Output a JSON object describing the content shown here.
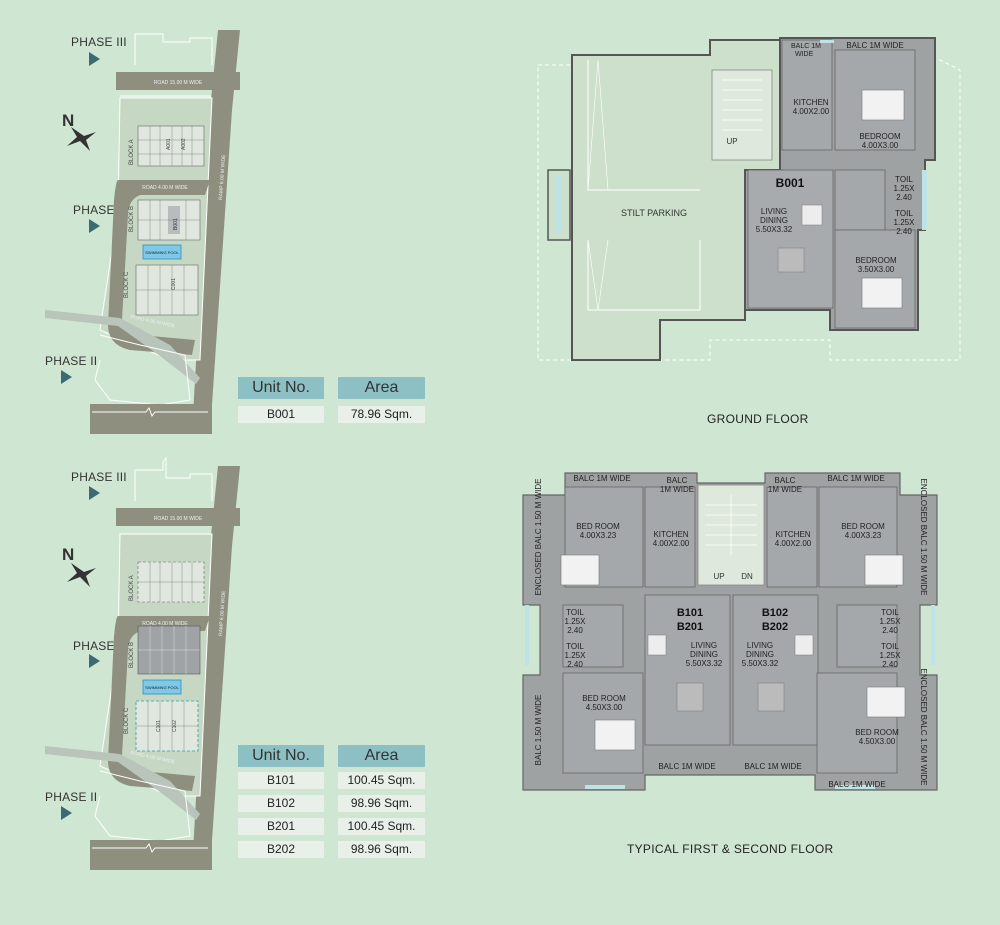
{
  "site_top": {
    "phase3": "PHASE III",
    "phase1": "PHASE I",
    "phase2": "PHASE II",
    "north": "N",
    "road15": "ROAD 15.00 M WIDE",
    "road4a": "ROAD 4.00 M WIDE",
    "road4b": "ROAD 4.00 M WIDE",
    "ramp": "RAMP 6.00 M WIDE",
    "block_a": "BLOCK A",
    "block_b": "BLOCK B",
    "block_c": "BLOCK C",
    "unit_a1": "A001",
    "unit_a2": "A002",
    "unit_b1": "B001",
    "unit_c1": "C001",
    "pool": "SWIMMING POOL"
  },
  "site_bottom": {
    "phase3": "PHASE III",
    "phase1": "PHASE I",
    "phase2": "PHASE II",
    "north": "N",
    "road15": "ROAD 15.00 M WIDE",
    "road4a": "ROAD 4.00 M WIDE",
    "road4b": "ROAD 4.00 M WIDE",
    "ramp": "RAMP 6.00 M WIDE",
    "block_a": "BLOCK A",
    "block_b": "BLOCK B",
    "block_c": "BLOCK C",
    "unit_c101": "C101",
    "unit_c102": "C102",
    "pool": "SWIMMING POOL"
  },
  "table_top": {
    "col1": "Unit No.",
    "col2": "Area",
    "rows": [
      {
        "unit": "B001",
        "area": "78.96 Sqm."
      }
    ]
  },
  "table_bottom": {
    "col1": "Unit No.",
    "col2": "Area",
    "rows": [
      {
        "unit": "B101",
        "area": "100.45 Sqm."
      },
      {
        "unit": "B102",
        "area": "98.96 Sqm."
      },
      {
        "unit": "B201",
        "area": "100.45 Sqm."
      },
      {
        "unit": "B202",
        "area": "98.96 Sqm."
      }
    ]
  },
  "ground_floor": {
    "title": "GROUND FLOOR",
    "stilt": "STILT PARKING",
    "up": "UP",
    "unit": "B001",
    "balc_small_1": "BALC 1M",
    "balc_small_2": "WIDE",
    "balc_wide": "BALC 1M WIDE",
    "kitchen": "KITCHEN",
    "kitchen_dim": "4.00X2.00",
    "bedroom1": "BEDROOM",
    "bedroom1_dim": "4.00X3.00",
    "toil1": "TOIL",
    "toil1_d1": "1.25X",
    "toil1_d2": "2.40",
    "toil2": "TOIL",
    "toil2_d1": "1.25X",
    "toil2_d2": "2.40",
    "living": "LIVING",
    "dining": "DINING",
    "living_dim": "5.50X3.32",
    "bedroom2": "BEDROOM",
    "bedroom2_dim": "3.50X3.00"
  },
  "typical_floor": {
    "title": "TYPICAL FIRST & SECOND FLOOR",
    "balc_l_top": "BALC 1M WIDE",
    "balc_k_l1": "BALC",
    "balc_k_l2": "1M WIDE",
    "balc_k_r1": "BALC",
    "balc_k_r2": "1M WIDE",
    "balc_r_top": "BALC 1M WIDE",
    "enclosed_l": "ENCLOSED BALC 1.50 M WIDE",
    "enclosed_r_top": "ENCLOSED BALC 1.50 M WIDE",
    "enclosed_r_bot": "ENCLOSED BALC 1.50 M WIDE",
    "balc_l_bot_side": "BALC 1.50 M WIDE",
    "bedroom_l1": "BED ROOM",
    "bedroom_l1_dim": "4.00X3.23",
    "kitchen_l": "KITCHEN",
    "kitchen_l_dim": "4.00X2.00",
    "kitchen_r": "KITCHEN",
    "kitchen_r_dim": "4.00X2.00",
    "bedroom_r1": "BED ROOM",
    "bedroom_r1_dim": "4.00X3.23",
    "up": "UP",
    "dn": "DN",
    "units_l1": "B101",
    "units_l2": "B201",
    "units_r1": "B102",
    "units_r2": "B202",
    "toil": "TOIL",
    "toil_d1": "1.25X",
    "toil_d2": "2.40",
    "living": "LIVING",
    "dining": "DINING",
    "living_dim": "5.50X3.32",
    "bedroom_l2": "BED ROOM",
    "bedroom_l2_dim": "4.50X3.00",
    "bedroom_r2": "BED ROOM",
    "bedroom_r2_dim": "4.50X3.00",
    "balc_bot_l": "BALC 1M WIDE",
    "balc_bot_m": "BALC 1M WIDE",
    "balc_bot_r": "BALC 1M WIDE"
  }
}
